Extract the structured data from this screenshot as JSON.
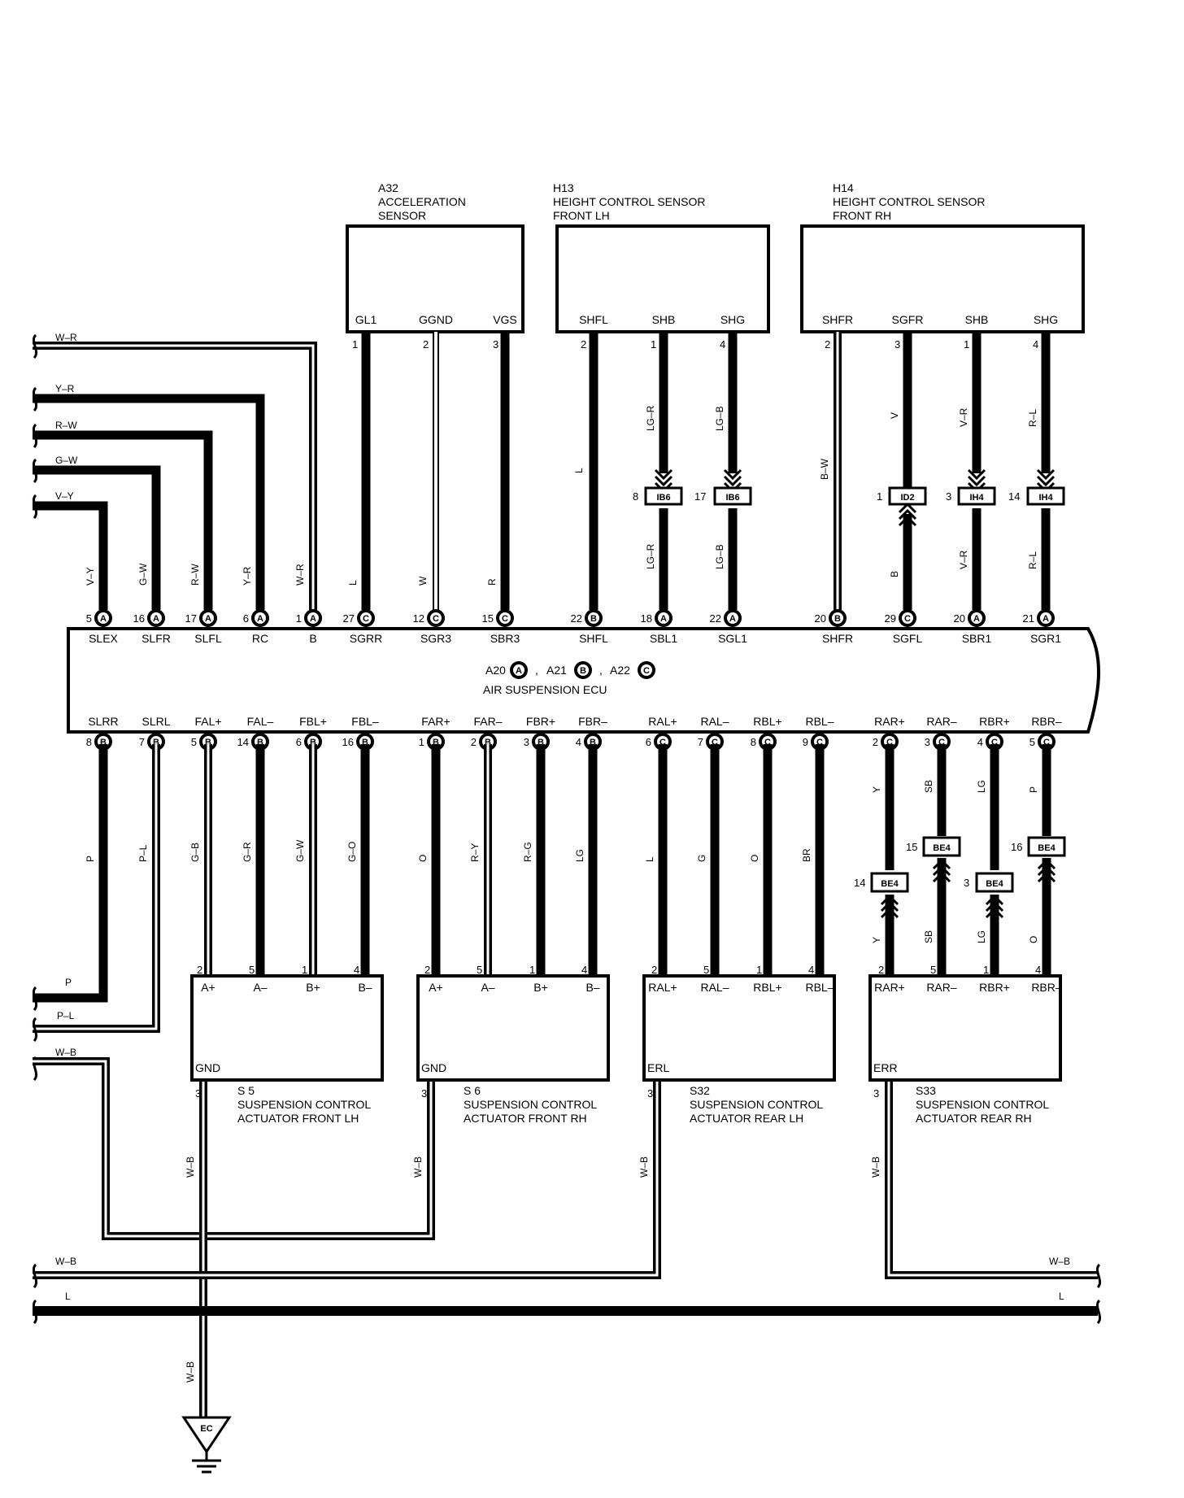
{
  "components": {
    "a32": {
      "ref": "A32",
      "line1": "ACCELERATION",
      "line2": "SENSOR",
      "pins": [
        {
          "name": "GL1",
          "num": "1"
        },
        {
          "name": "GGND",
          "num": "2"
        },
        {
          "name": "VGS",
          "num": "3"
        }
      ]
    },
    "h13": {
      "ref": "H13",
      "line1": "HEIGHT CONTROL SENSOR",
      "line2": "FRONT LH",
      "pins": [
        {
          "name": "SHFL",
          "num": "2"
        },
        {
          "name": "SHB",
          "num": "1"
        },
        {
          "name": "SHG",
          "num": "4"
        }
      ]
    },
    "h14": {
      "ref": "H14",
      "line1": "HEIGHT CONTROL SENSOR",
      "line2": "FRONT RH",
      "pins": [
        {
          "name": "SHFR",
          "num": "2"
        },
        {
          "name": "SGFR",
          "num": "3"
        },
        {
          "name": "SHB",
          "num": "1"
        },
        {
          "name": "SHG",
          "num": "4"
        }
      ]
    },
    "ecu": {
      "title": "AIR SUSPENSION ECU",
      "connectors": [
        {
          "ref": "A20",
          "letter": "A"
        },
        {
          "ref": "A21",
          "letter": "B"
        },
        {
          "ref": "A22",
          "letter": "C"
        }
      ],
      "top_pins": [
        {
          "name": "SLEX",
          "num": "5",
          "conn": "A",
          "wire": "V–Y"
        },
        {
          "name": "SLFR",
          "num": "16",
          "conn": "A",
          "wire": "G–W"
        },
        {
          "name": "SLFL",
          "num": "17",
          "conn": "A",
          "wire": "R–W"
        },
        {
          "name": "RC",
          "num": "6",
          "conn": "A",
          "wire": "Y–R"
        },
        {
          "name": "B",
          "num": "1",
          "conn": "A",
          "wire": "W–R"
        },
        {
          "name": "SGRR",
          "num": "27",
          "conn": "C",
          "wire": "L"
        },
        {
          "name": "SGR3",
          "num": "12",
          "conn": "C",
          "wire": "W"
        },
        {
          "name": "SBR3",
          "num": "15",
          "conn": "C",
          "wire": "R"
        },
        {
          "name": "SHFL",
          "num": "22",
          "conn": "B",
          "wire": "L"
        },
        {
          "name": "SBL1",
          "num": "18",
          "conn": "A",
          "wire": "LG–R"
        },
        {
          "name": "SGL1",
          "num": "22",
          "conn": "A",
          "wire": "LG–B"
        },
        {
          "name": "SHFR",
          "num": "20",
          "conn": "B",
          "wire": "B–W"
        },
        {
          "name": "SGFL",
          "num": "29",
          "conn": "C",
          "wire": "B"
        },
        {
          "name": "SBR1",
          "num": "20",
          "conn": "A",
          "wire": "V–R"
        },
        {
          "name": "SGR1",
          "num": "21",
          "conn": "A",
          "wire": "R–L"
        }
      ],
      "bottom_pins": [
        {
          "name": "SLRR",
          "num": "8",
          "conn": "B",
          "wire": "P"
        },
        {
          "name": "SLRL",
          "num": "7",
          "conn": "B",
          "wire": "P–L"
        },
        {
          "name": "FAL+",
          "num": "5",
          "conn": "B",
          "wire": "G–B"
        },
        {
          "name": "FAL–",
          "num": "14",
          "conn": "B",
          "wire": "G–R"
        },
        {
          "name": "FBL+",
          "num": "6",
          "conn": "B",
          "wire": "G–W"
        },
        {
          "name": "FBL–",
          "num": "16",
          "conn": "B",
          "wire": "G–O"
        },
        {
          "name": "FAR+",
          "num": "1",
          "conn": "B",
          "wire": "O"
        },
        {
          "name": "FAR–",
          "num": "2",
          "conn": "B",
          "wire": "R–Y"
        },
        {
          "name": "FBR+",
          "num": "3",
          "conn": "B",
          "wire": "R–G"
        },
        {
          "name": "FBR–",
          "num": "4",
          "conn": "B",
          "wire": "LG"
        },
        {
          "name": "RAL+",
          "num": "6",
          "conn": "C",
          "wire": "L"
        },
        {
          "name": "RAL–",
          "num": "7",
          "conn": "C",
          "wire": "G"
        },
        {
          "name": "RBL+",
          "num": "8",
          "conn": "C",
          "wire": "O"
        },
        {
          "name": "RBL–",
          "num": "9",
          "conn": "C",
          "wire": "BR"
        },
        {
          "name": "RAR+",
          "num": "2",
          "conn": "C",
          "wire": "Y"
        },
        {
          "name": "RAR–",
          "num": "3",
          "conn": "C",
          "wire": "SB"
        },
        {
          "name": "RBR+",
          "num": "4",
          "conn": "C",
          "wire": "LG"
        },
        {
          "name": "RBR–",
          "num": "5",
          "conn": "C",
          "wire": "P"
        }
      ]
    },
    "actuators": [
      {
        "ref": "S 5",
        "line1": "SUSPENSION CONTROL",
        "line2": "ACTUATOR FRONT LH",
        "gnd": "GND",
        "gnd_pin": "3",
        "pins": [
          {
            "name": "A+",
            "num": "2"
          },
          {
            "name": "A–",
            "num": "5"
          },
          {
            "name": "B+",
            "num": "1"
          },
          {
            "name": "B–",
            "num": "4"
          }
        ]
      },
      {
        "ref": "S 6",
        "line1": "SUSPENSION CONTROL",
        "line2": "ACTUATOR FRONT RH",
        "gnd": "GND",
        "gnd_pin": "3",
        "pins": [
          {
            "name": "A+",
            "num": "2"
          },
          {
            "name": "A–",
            "num": "5"
          },
          {
            "name": "B+",
            "num": "1"
          },
          {
            "name": "B–",
            "num": "4"
          }
        ]
      },
      {
        "ref": "S32",
        "line1": "SUSPENSION CONTROL",
        "line2": "ACTUATOR REAR LH",
        "gnd": "ERL",
        "gnd_pin": "3",
        "pins": [
          {
            "name": "RAL+",
            "num": "2"
          },
          {
            "name": "RAL–",
            "num": "5"
          },
          {
            "name": "RBL+",
            "num": "1"
          },
          {
            "name": "RBL–",
            "num": "4"
          }
        ]
      },
      {
        "ref": "S33",
        "line1": "SUSPENSION CONTROL",
        "line2": "ACTUATOR REAR RH",
        "gnd": "ERR",
        "gnd_pin": "3",
        "pins": [
          {
            "name": "RAR+",
            "num": "2"
          },
          {
            "name": "RAR–",
            "num": "5"
          },
          {
            "name": "RBR+",
            "num": "1"
          },
          {
            "name": "RBR–",
            "num": "4"
          }
        ]
      }
    ]
  },
  "junctions": {
    "ib6_a": {
      "pin": "8",
      "code": "IB6"
    },
    "ib6_b": {
      "pin": "17",
      "code": "IB6"
    },
    "id2": {
      "pin": "1",
      "code": "ID2"
    },
    "ih4_a": {
      "pin": "3",
      "code": "IH4"
    },
    "ih4_b": {
      "pin": "14",
      "code": "IH4"
    },
    "be4_a": {
      "pin": "14",
      "code": "BE4"
    },
    "be4_b": {
      "pin": "15",
      "code": "BE4"
    },
    "be4_c": {
      "pin": "3",
      "code": "BE4"
    },
    "be4_d": {
      "pin": "16",
      "code": "BE4"
    }
  },
  "wires": {
    "sensor_upper": {
      "lgr": "LG–R",
      "lgb": "LG–B",
      "bw": "B–W",
      "v": "V",
      "vr": "V–R",
      "rl": "R–L",
      "l": "L"
    },
    "rear_upper": {
      "y": "Y",
      "sb": "SB",
      "lg": "LG",
      "p": "P"
    },
    "rear_lower": {
      "y": "Y",
      "sb": "SB",
      "lg": "LG",
      "o": "O"
    },
    "ground_wb": "W–B"
  },
  "left_feeds": [
    "W–R",
    "Y–R",
    "R–W",
    "G–W",
    "V–Y"
  ],
  "left_lower_feeds": [
    "P",
    "P–L",
    "W–B"
  ],
  "bus": {
    "wb": "W–B",
    "l": "L"
  },
  "ground_point": "EC"
}
